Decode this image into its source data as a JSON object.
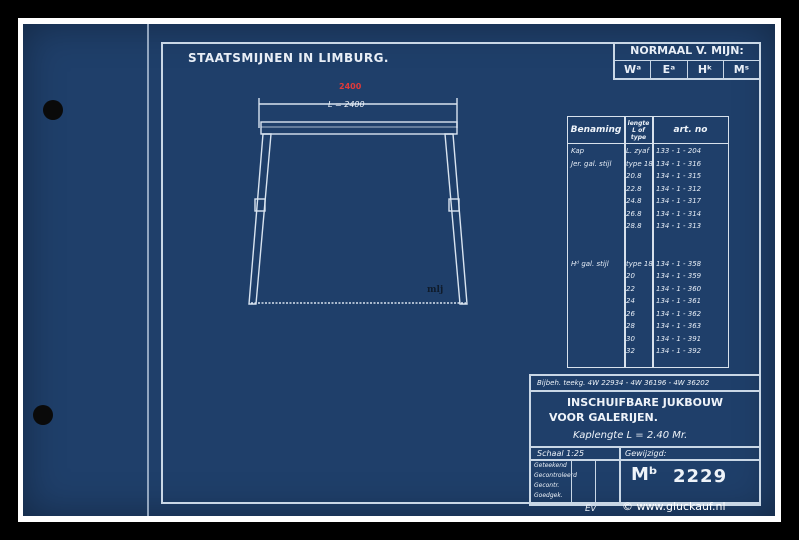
{
  "sheet": {
    "title": "STAATSMIJNEN IN LIMBURG.",
    "norm": {
      "title": "NORMAAL V. MIJN:",
      "cells": [
        "Wᵃ",
        "Eᵃ",
        "Hᵏ",
        "Mˢ"
      ]
    },
    "drawing": {
      "dimension_label": "L = 2400",
      "red_stamp": "2400",
      "initials": "mlj"
    },
    "table": {
      "headers": [
        "Benaming",
        "lengte L of type",
        "art. no"
      ],
      "rows": [
        {
          "name": "Kap",
          "type": "L. zyaf",
          "art": "133 - 1 - 204"
        },
        {
          "name": "Jer. gal. stijl",
          "type": "type 18",
          "art": "134 - 1 - 316"
        },
        {
          "name": "",
          "type": "20.8",
          "art": "134 - 1 - 315"
        },
        {
          "name": "",
          "type": "22.8",
          "art": "134 - 1 - 312"
        },
        {
          "name": "",
          "type": "24.8",
          "art": "134 - 1 - 317"
        },
        {
          "name": "",
          "type": "26.8",
          "art": "134 - 1 - 314"
        },
        {
          "name": "",
          "type": "28.8",
          "art": "134 - 1 - 313"
        },
        {
          "name": "",
          "type": "",
          "art": ""
        },
        {
          "name": "",
          "type": "",
          "art": ""
        },
        {
          "name": "Hᵈ gal. stijl",
          "type": "type 18",
          "art": "134 - 1 - 358"
        },
        {
          "name": "",
          "type": "20",
          "art": "134 - 1 - 359"
        },
        {
          "name": "",
          "type": "22",
          "art": "134 - 1 - 360"
        },
        {
          "name": "",
          "type": "24",
          "art": "134 - 1 - 361"
        },
        {
          "name": "",
          "type": "26",
          "art": "134 - 1 - 362"
        },
        {
          "name": "",
          "type": "28",
          "art": "134 - 1 - 363"
        },
        {
          "name": "",
          "type": "30",
          "art": "134 - 1 - 391"
        },
        {
          "name": "",
          "type": "32",
          "art": "134 - 1 - 392"
        }
      ]
    },
    "title_block": {
      "reference": "Bijbeh. teekg. 4W 22934 - 4W 36196 - 4W 36202",
      "title_line1": "INSCHUIFBARE JUKBOUW",
      "title_line2": "VOOR GALERIJEN.",
      "subtitle": "Kaplengte L = 2.40 Mr.",
      "scale": "Schaal 1:25",
      "changed": "Gewijzigd:",
      "rows": [
        "Geteekend",
        "Gecontroleerd",
        "Gecontr.",
        "Goedgek."
      ],
      "mark": "Mᵇ",
      "number": "2229",
      "signature": "Ev"
    },
    "watermark": "© www.gluckauf.nl"
  },
  "colors": {
    "paper": "#1f3f6a",
    "ink": "#e6edf6",
    "stamp": "#e03a3a"
  }
}
